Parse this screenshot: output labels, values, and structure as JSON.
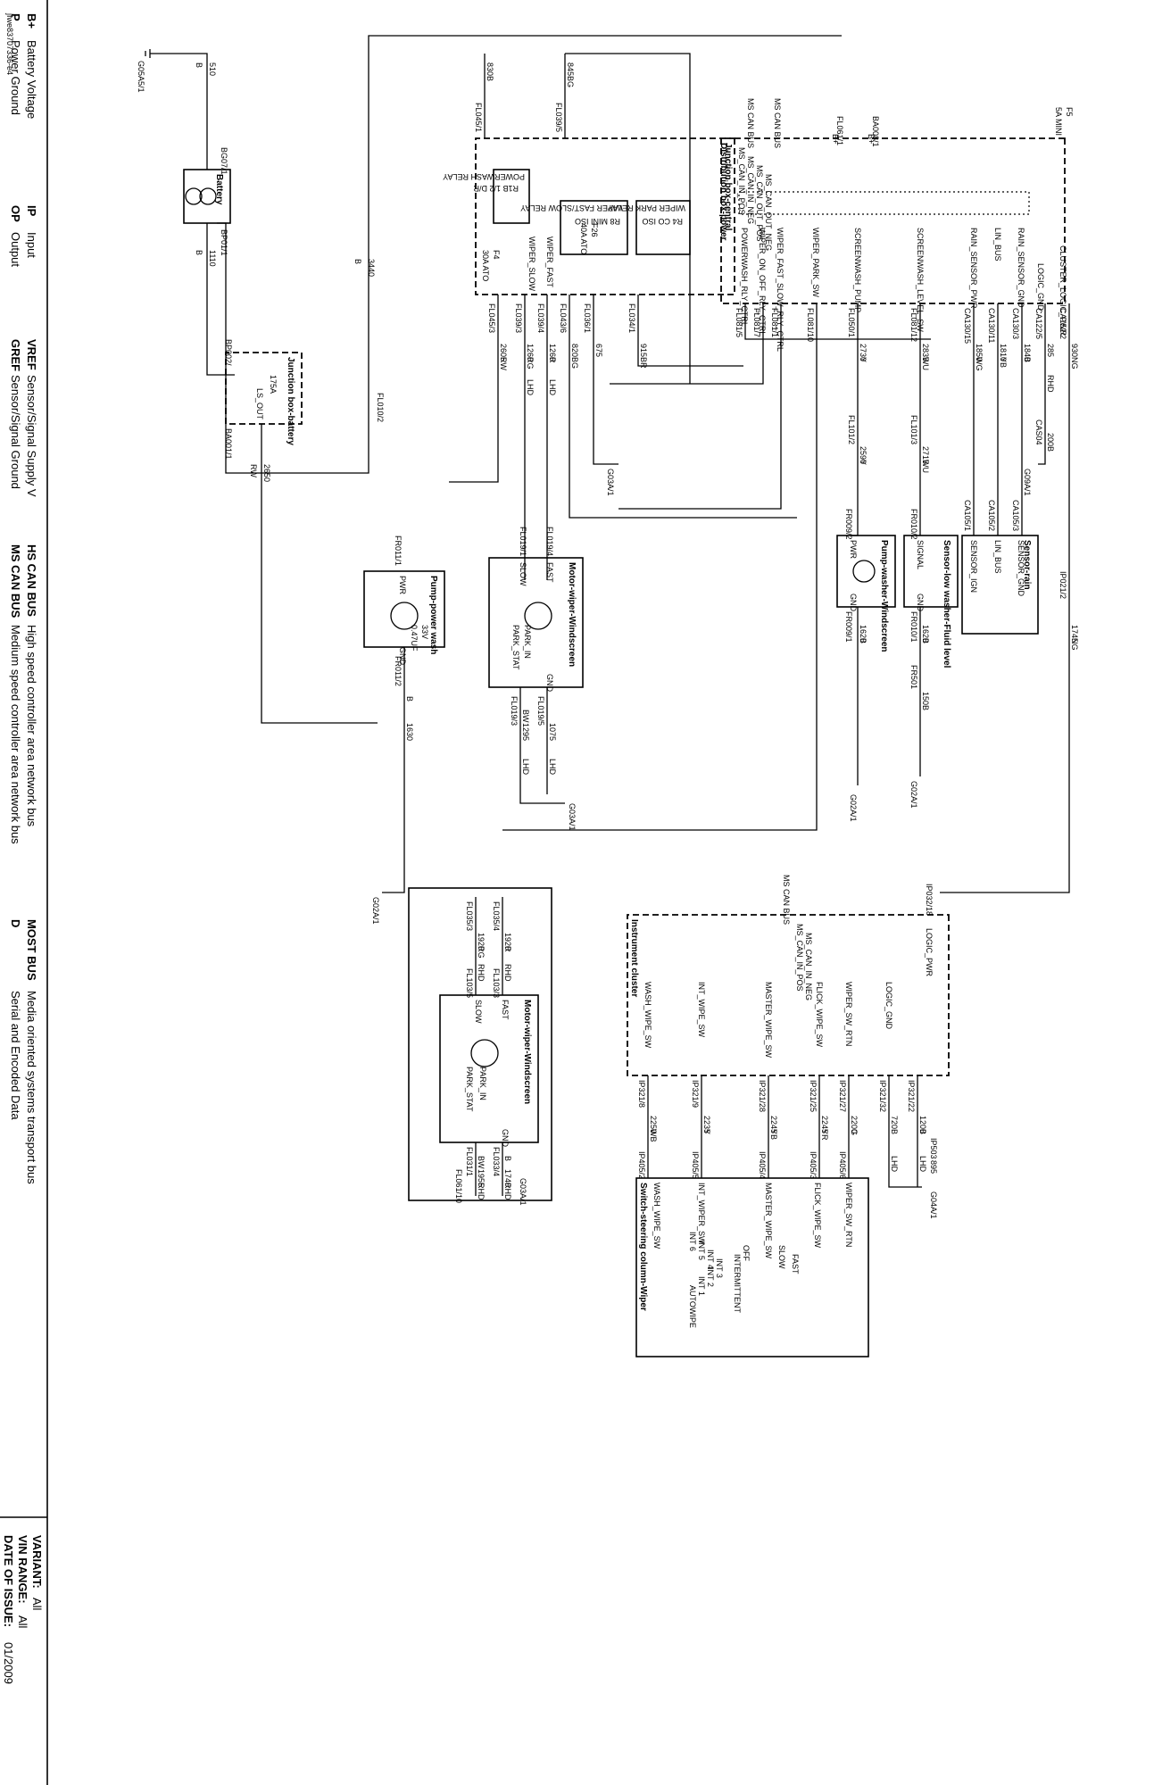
{
  "diagram_ref": "jfwe83707336-e4",
  "legend": [
    {
      "abbr": "B+",
      "desc": "Battery Voltage"
    },
    {
      "abbr": "P",
      "desc": "Power Ground"
    },
    {
      "abbr": "IP",
      "desc": "Input"
    },
    {
      "abbr": "OP",
      "desc": "Output"
    },
    {
      "abbr": "VREF",
      "desc": "Sensor/Signal Supply V"
    },
    {
      "abbr": "GREF",
      "desc": "Sensor/Signal Ground"
    },
    {
      "abbr": "HS CAN BUS",
      "desc": "High speed controller area network bus"
    },
    {
      "abbr": "MS CAN BUS",
      "desc": "Medium speed controller area network bus"
    },
    {
      "abbr": "MOST BUS",
      "desc": "Media oriented systems transport bus"
    },
    {
      "abbr": "D",
      "desc": "Serial and Encoded Data"
    }
  ],
  "variant": {
    "variant_label": "VARIANT:",
    "variant_value": "All",
    "vin_label": "VIN RANGE:",
    "vin_value": "All",
    "date_label": "DATE OF ISSUE:",
    "date_value": "01/2009"
  },
  "components": {
    "battery": "Battery",
    "jb_battery": "Junction box-battery",
    "db_power": "Distribution box-power",
    "jb_central": "Junction box-central",
    "pump_power_wash": "Pump-power wash",
    "motor_wiper": "Motor-wiper-Windscreen",
    "motor_wiper_rhd": "Motor-wiper-Windscreen",
    "pump_washer": "Pump-washer-Windscreen",
    "sensor_washer": "Sensor-low washer-Fluid level",
    "sensor_rain": "Sensor-rain",
    "instrument_cluster": "Instrument cluster",
    "switch": "Switch-steering column-Wiper"
  },
  "labels": {
    "battery_left": "BG07/1",
    "battery_right": "BP01/1",
    "g05a": "G05A5/1",
    "jb_bat_in": "BP002/",
    "jb_bat_out": "BA001/1",
    "jb_bat_fuse": "175A",
    "jb_bat_ls": "LS_OUT",
    "relay_power": "POWERWASH RELAY",
    "relay_power_id": "R1B 1/2 D/R",
    "fuse_f4": "F4",
    "fuse_f4v": "30A ATO",
    "fuse_f26": "F26",
    "fuse_f26v": "40A ATO",
    "relay_fast": "WIPER FAST/SLOW RELAY",
    "relay_fast_id": "R8 MINI ISO",
    "relay_park": "WIPER PARK RELAY",
    "relay_park_id": "R4 CO ISO",
    "wiper_slow": "WIPER_SLOW",
    "wiper_fast": "WIPER_FAST",
    "ms_can": "MS CAN BUS",
    "b_plus": "B+",
    "c_plus": "C+",
    "c_minus": "C-",
    "ms_can_in_pos": "MS_CAN_IN_POS",
    "ms_can_in_neg": "MS_CAN_IN_NEG",
    "ms_can_out_pos": "MS_CAN_OUT_POS",
    "ms_can_out_neg": "MS_CAN_OUT_NEG",
    "powerwash_rly_ctrl": "POWERWASH_RLY_CTRL",
    "wiper_on_off": "WIPER_ON_OFF_RLY_CTRL",
    "wiper_fast_slow": "WIPER_FAST_SLOW_RLY_CTRL",
    "wiper_park_sw": "WIPER_PARK_SW",
    "screenwash_pump": "SCREENWASH_PUMP",
    "screenwash_level": "SCREENWASH_LEVEL_SW",
    "rain_sensor_pwr": "RAIN_SENSOR_PWR",
    "lin_bus": "LIN_BUS",
    "rain_sensor_gnd": "RAIN_SENSOR_GND",
    "logic_gnd": "LOGIC_GND",
    "cluster_logic_pwr": "CLUSTER_LOGIC_PWR",
    "fuse_f5": "F5",
    "fuse_f5v": "5A MINI",
    "op": "OP",
    "ip": "IP",
    "gref": "GREF",
    "p": "P",
    "pwr": "PWR",
    "gnd": "GND",
    "signal": "SIGNAL",
    "slow": "SLOW",
    "fast": "FAST",
    "park_stat": "PARK_STAT",
    "park_in": "PARK_IN",
    "cap_v": "33V",
    "cap_f": "0.47UF",
    "sensor_ign": "SENSOR_IGN",
    "sensor_gnd": "SENSOR_GND",
    "logic_pwr": "LOGIC_PWR",
    "wash_wipe_sw": "WASH_WIPE_SW",
    "int_wipe_sw": "INT_WIPE_SW",
    "master_wipe_sw": "MASTER_WIPE_SW",
    "flick_wipe_sw": "FLICK_WIPE_SW",
    "wiper_sw_rtn": "WIPER_SW_RTN",
    "int_wiper_sw": "INT_WIPER_SW",
    "off": "OFF",
    "intermittent": "INTERMITTENT",
    "slow_sw": "SLOW",
    "fast_sw": "FAST",
    "int6": "INT 6",
    "int5": "INT 5",
    "int4": "INT 4",
    "int3": "INT 3",
    "int2": "INT 2",
    "int1": "INT 1",
    "autowipe": "AUTOWIPE",
    "lhd": "LHD",
    "rhd": "RHD"
  },
  "wires": {
    "w510": "510",
    "w830": "830",
    "w845": "845",
    "w3440": "3440",
    "w1110": "1110",
    "w2605": "2605",
    "w2650": "2650",
    "w1630": "1630",
    "w1260a": "1260",
    "w1260b": "1260",
    "w820": "820",
    "w675": "675",
    "w915": "915",
    "w1295": "1295",
    "w1075": "1075",
    "w2730": "2730",
    "w2590": "2590",
    "w1620a": "1620",
    "w2835": "2835",
    "w2715": "2715",
    "w1620b": "1620",
    "w150": "150",
    "w1810": "1810",
    "w1850": "1850",
    "w1840": "1840",
    "w285": "285",
    "w200": "200",
    "w930": "930",
    "w1745": "1745",
    "w2250": "2250",
    "w2235": "2235",
    "w2245a": "2245",
    "w2245b": "2245",
    "w2200": "2200",
    "w720": "720",
    "w1200": "1200",
    "w895": "895",
    "w1920a": "1920",
    "w1920b": "1920",
    "w1955": "1955",
    "w1740": "1740"
  },
  "colors": {
    "c_b1": "B",
    "c_b2": "B",
    "c_bg": "BG",
    "c_b3": "B",
    "c_rw1": "RW",
    "c_rw2": "RW",
    "c_b4": "B",
    "c_rg": "RG",
    "c_r": "R",
    "c_bg2": "BG",
    "c_br": "BR",
    "c_bw": "BW",
    "c_b5": "B",
    "c_y1": "Y",
    "c_y2": "Y",
    "c_b6": "B",
    "c_wu1": "WU",
    "c_wu2": "WU",
    "c_b7": "B",
    "c_b8": "B",
    "c_wg": "WG",
    "c_yb": "YB",
    "c_b9": "B",
    "c_b10": "B",
    "c_ng1": "NG",
    "c_ng2": "NG",
    "c_wb": "WB",
    "c_y3": "Y",
    "c_yb2": "YB",
    "c_yr": "YR",
    "c_g": "G",
    "c_b11": "B",
    "c_b12": "B",
    "c_b13": "B",
    "c_rg2": "RG",
    "c_r2": "R",
    "c_bw2": "BW",
    "c_b14": "B"
  },
  "connectors": {
    "fl0451": "FL045/1",
    "fl0395": "FL039/5",
    "fl0453": "FL045/3",
    "fl0393": "FL039/3",
    "fl0394": "FL039/4",
    "fl0436": "FL043/6",
    "fl0361": "FL036/1",
    "fl0341": "FL034/1",
    "fl0102": "FL010/2",
    "fr0111": "FR011/1",
    "fr0112": "FR011/2",
    "fl0191": "FL019/1",
    "fl0194": "FL019/4",
    "fl0193": "FL019/3",
    "fl0195": "FL019/5",
    "g02a": "G02A/1",
    "g03a": "G03A/1",
    "g03a2": "G03A/1",
    "ba0081": "BA008/1",
    "fl0611": "FL061/1",
    "fl0815": "FL081/5",
    "fl0817": "FL081/7",
    "fl0811": "FL081/1",
    "fl08110": "FL081/10",
    "fl0501": "FL050/1",
    "fl0812": "FL081/12",
    "ca1302": "CA130/15",
    "ca1301": "CA130/11",
    "ca1303": "CA130/3",
    "ca1225": "CA122/5",
    "ca1522": "CA152/2",
    "fl1012": "FL101/2",
    "fl1013": "FL101/3",
    "fr0092": "FR009/2",
    "fr0091": "FR009/1",
    "fr0102": "FR010/2",
    "fr0101": "FR010/1",
    "fr501": "FR501",
    "ca1053": "CA105/3",
    "ca1052": "CA105/2",
    "ca1051": "CA105/1",
    "cas04": "CAS04",
    "g09a": "G09A/1",
    "g02a2": "G02A/1",
    "g02a3": "G02A/1",
    "ip02122": "IP021/2",
    "ip03218": "IP032/18",
    "ip3218": "IP321/8",
    "ip3219": "IP321/9",
    "ip32128": "IP321/28",
    "ip32125": "IP321/25",
    "ip32127": "IP321/27",
    "ip32132": "IP321/32",
    "ip32122": "IP321/22",
    "ip503": "IP503",
    "ip4052": "IP405/2",
    "ip4055": "IP405/5",
    "ip4054": "IP405/4",
    "ip4053": "IP405/3",
    "ip4056": "IP405/6",
    "g04a": "G04A/1",
    "fl0353": "FL035/3",
    "fl0354": "FL035/4",
    "fl1035": "FL103/5",
    "fl1033": "FL103/3",
    "fl0311": "FL031/1",
    "fl0334": "FL033/4",
    "fl06110": "FL061/10",
    "g03a3": "G03A/1"
  }
}
